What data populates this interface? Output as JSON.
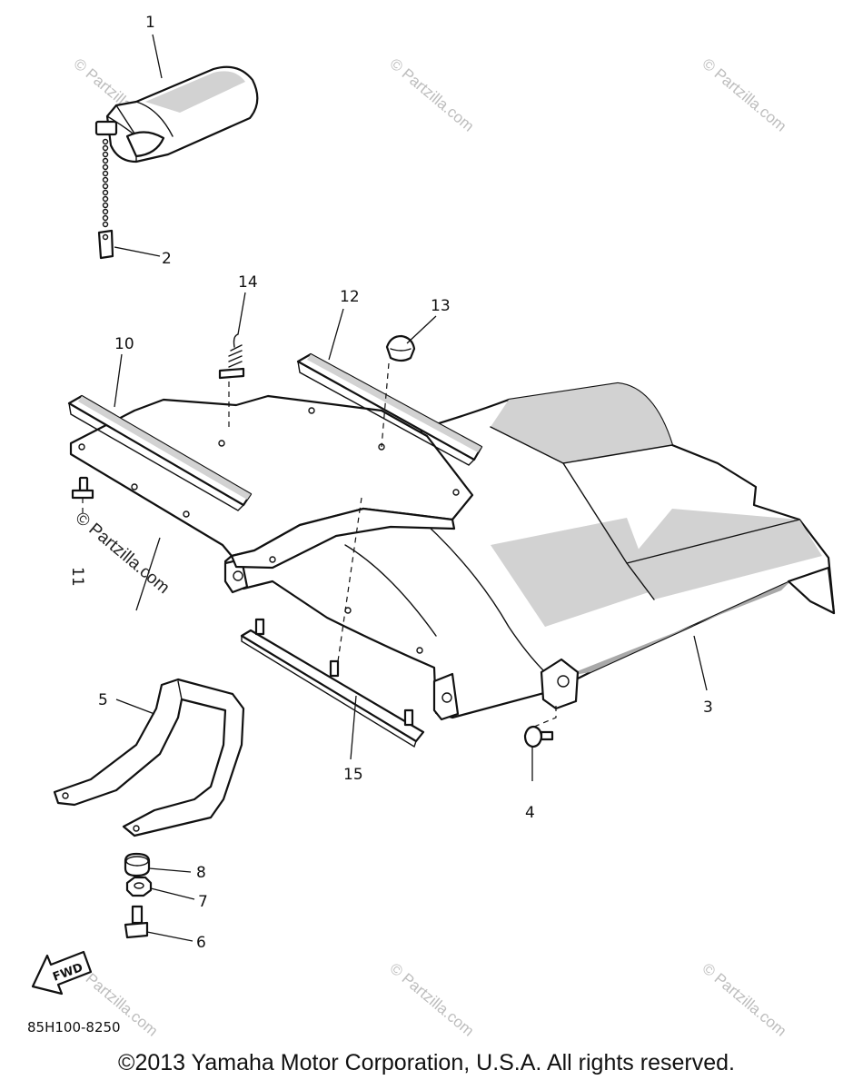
{
  "diagram": {
    "drawing_code": "85H100-8250",
    "direction_marker": "FWD",
    "copyright": "©2013 Yamaha Motor Corporation, U.S.A. All rights reserved.",
    "watermark_text": "© Partzilla.com",
    "callouts": {
      "c1": "1",
      "c2": "2",
      "c3": "3",
      "c4": "4",
      "c5": "5",
      "c6": "6",
      "c7": "7",
      "c8": "8",
      "c10": "10",
      "c11": "11",
      "c12": "12",
      "c13": "13",
      "c14": "14",
      "c15": "15"
    }
  }
}
